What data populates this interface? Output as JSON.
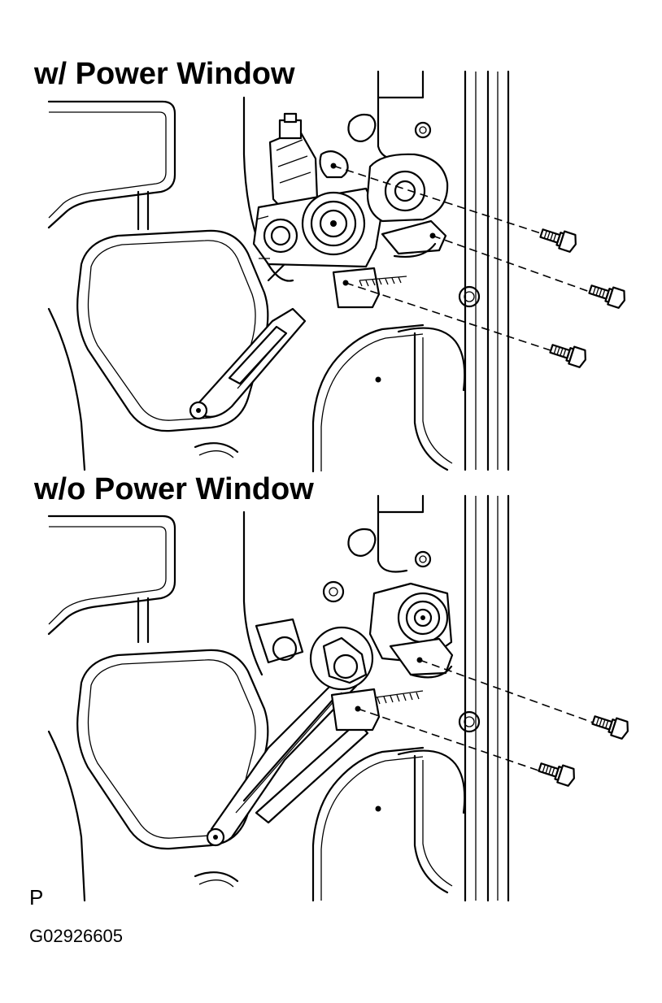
{
  "sections": [
    {
      "title": "w/ Power Window",
      "bolt_count": 3
    },
    {
      "title": "w/o Power Window",
      "bolt_count": 2
    }
  ],
  "footer": {
    "marker": "P",
    "code": "G02926605"
  }
}
